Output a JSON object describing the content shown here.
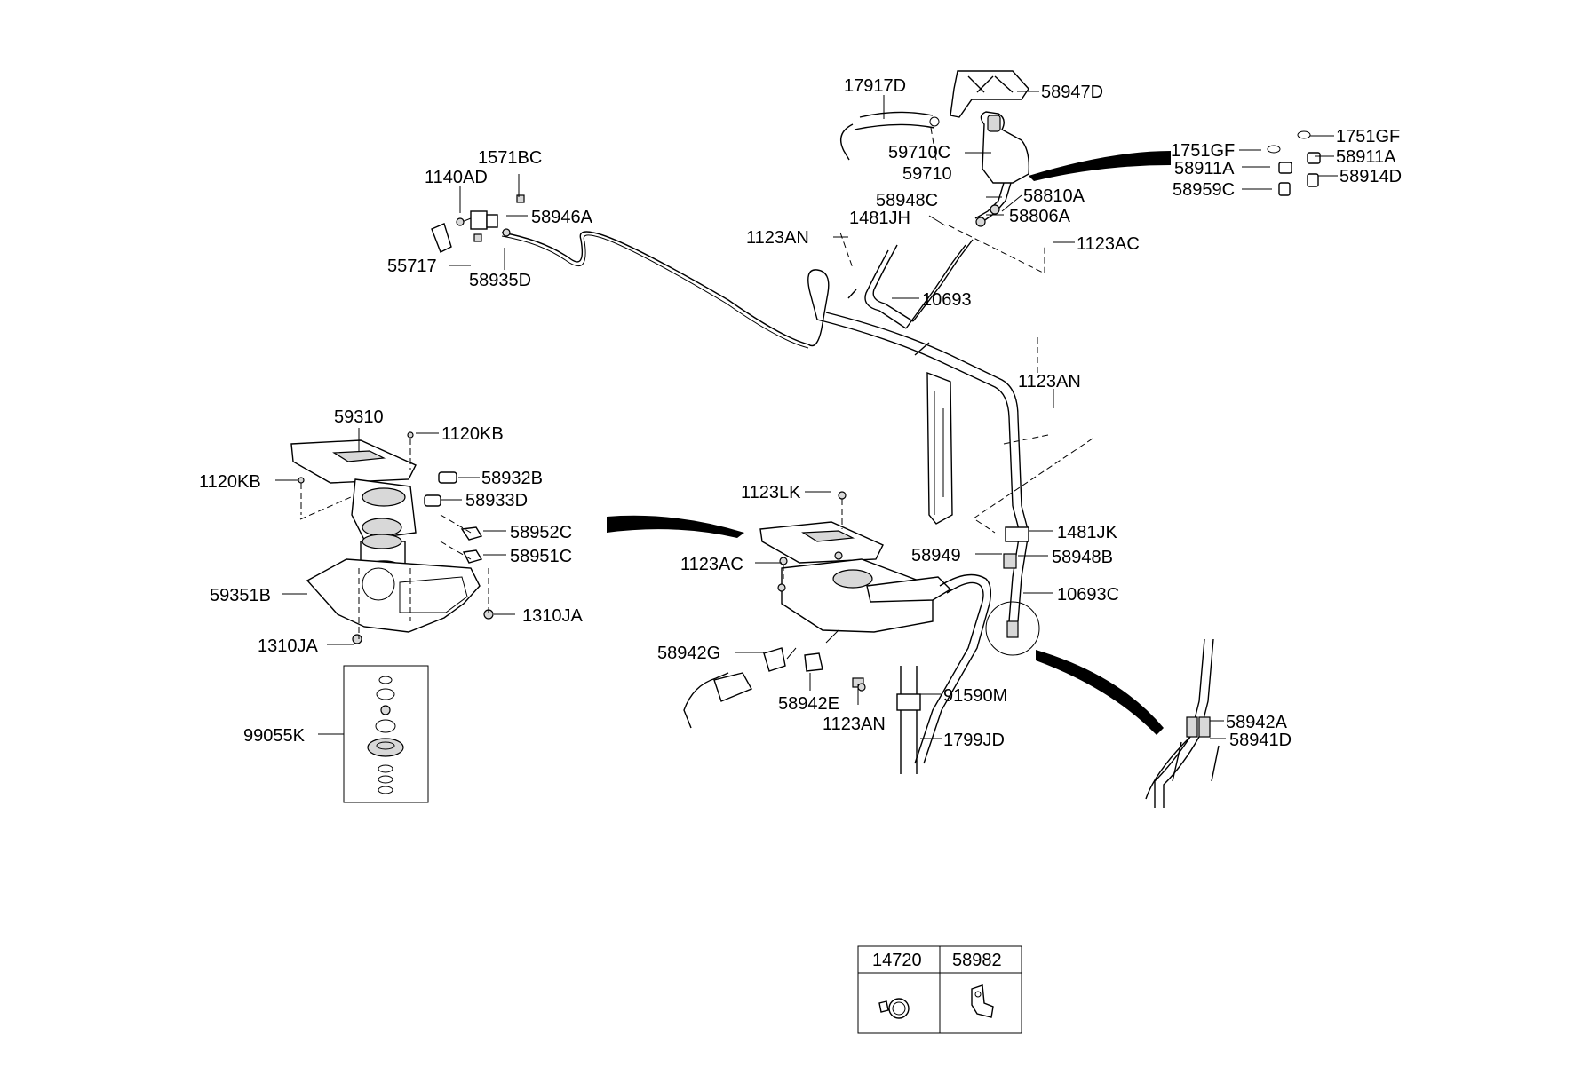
{
  "labels": {
    "p17917D": "17917D",
    "p58947D": "58947D",
    "p1751GF_a": "1751GF",
    "p1751GF_b": "1751GF",
    "p58911A_a": "58911A",
    "p58911A_b": "58911A",
    "p58959C": "58959C",
    "p58914D": "58914D",
    "p59710C": "59710C",
    "p59710": "59710",
    "p58948C": "58948C",
    "p58810A": "58810A",
    "p58806A": "58806A",
    "p1481JH": "1481JH",
    "p1123AN_top": "1123AN",
    "p1123AC_top": "1123AC",
    "p10693": "10693",
    "p1571BC": "1571BC",
    "p1140AD": "1140AD",
    "p58946A": "58946A",
    "p55717": "55717",
    "p58935D": "58935D",
    "p1123AN_mid": "1123AN",
    "p59310": "59310",
    "p1120KB_a": "1120KB",
    "p1120KB_b": "1120KB",
    "p58932B": "58932B",
    "p58933D": "58933D",
    "p58952C": "58952C",
    "p58951C": "58951C",
    "p59351B": "59351B",
    "p1310JA_a": "1310JA",
    "p1310JA_b": "1310JA",
    "p99055K": "99055K",
    "p1123LK": "1123LK",
    "p1123AC_mid": "1123AC",
    "p58942G": "58942G",
    "p58942E": "58942E",
    "p1123AN_bot": "1123AN",
    "p91590M": "91590M",
    "p1799JD": "1799JD",
    "p1481JK": "1481JK",
    "p58949": "58949",
    "p58948B": "58948B",
    "p10693C": "10693C",
    "p58942A": "58942A",
    "p58941D": "58941D"
  },
  "legend_table": {
    "columns": [
      "14720",
      "58982"
    ],
    "icons": [
      "hose-clamp-icon",
      "bracket-clip-icon"
    ]
  }
}
